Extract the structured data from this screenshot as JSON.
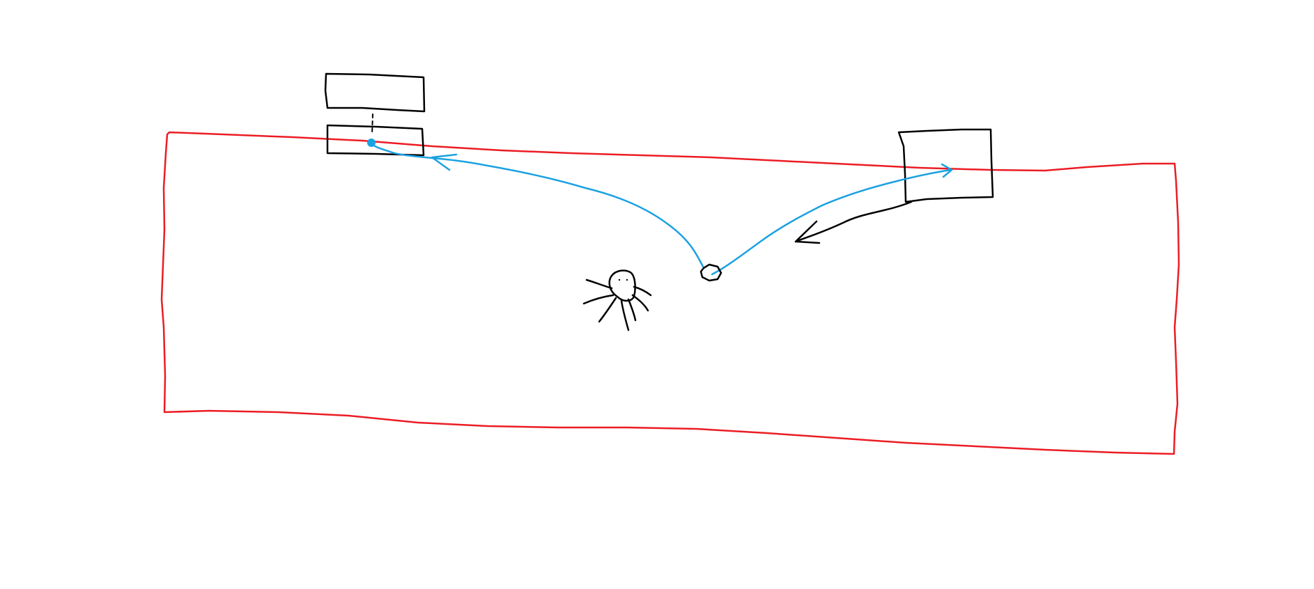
{
  "colors": {
    "background": "#ffffff",
    "boundary": "#ec1c24",
    "ink": "#000000",
    "path": "#1ba1e2"
  },
  "elements": {
    "boundary": "red-rectangle-outline",
    "box_top_left_upper": "black-rectangle",
    "box_top_left_lower": "black-rectangle",
    "box_right": "black-rectangle",
    "creature": "spider-like-figure",
    "hub": "small-circle-node",
    "path_left": "blue-curved-arrow",
    "path_right": "blue-curved-arrow",
    "black_arrow": "black-curved-arrow"
  }
}
